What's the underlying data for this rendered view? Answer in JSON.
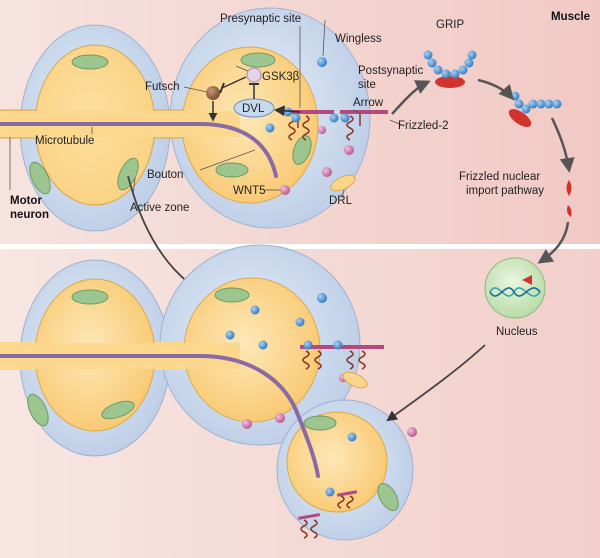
{
  "panel_title": "Muscle",
  "labels": {
    "presynaptic_site": "Presynaptic site",
    "wingless": "Wingless",
    "postsynaptic_site_line1": "Postsynaptic",
    "postsynaptic_site_line2": "site",
    "grip": "GRIP",
    "futsch": "Futsch",
    "gsk3b": "GSK3β",
    "dvl": "DVL",
    "arrow": "Arrow",
    "frizzled2": "Frizzled-2",
    "microtubule": "Microtubule",
    "bouton": "Bouton",
    "wnt5": "WNT5",
    "drl": "DRL",
    "motor_neuron_line1": "Motor",
    "motor_neuron_line2": "neuron",
    "active_zone": "Active zone",
    "frizzled_import_line1": "Frizzled nuclear",
    "frizzled_import_line2": "import pathway",
    "nucleus": "Nucleus"
  },
  "colors": {
    "muscle_bg_top": "#f4d3cf",
    "muscle_bg_bottom": "#f7dfdb",
    "membrane": "#cfdcee",
    "membrane_stroke": "#9fb3cf",
    "bouton": "#fbd58a",
    "bouton_stroke": "#d9a94d",
    "active_zone": "#9cc58f",
    "microtubule": "#8a6aa3",
    "wingless": "#5b9bd5",
    "wnt5": "#d37ab2",
    "receptor": "#b5487f",
    "frizzled_coil": "#8b3a2a",
    "grip": "#4a8fd1",
    "fz_fragment": "#d0342c",
    "nucleus": "#cfe7c4",
    "dna": "#3aa6a0"
  }
}
